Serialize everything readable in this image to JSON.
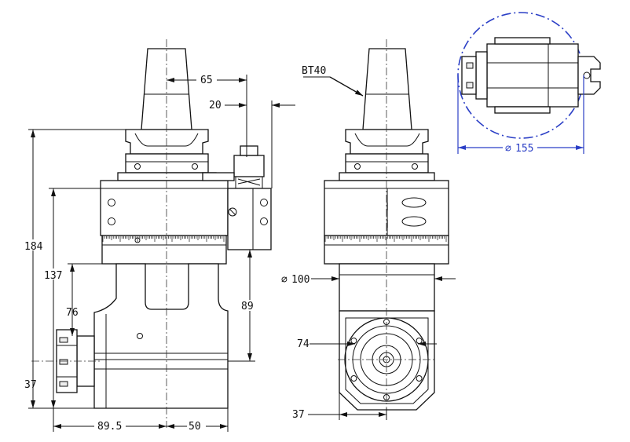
{
  "drawing": {
    "dimensions": {
      "d65": "65",
      "d20": "20",
      "d184": "184",
      "d137": "137",
      "d76": "76",
      "d37_left": "37",
      "d89": "89",
      "d89_5": "89.5",
      "d50": "50",
      "bt40": "BT40",
      "dia100": "100",
      "d74": "74",
      "d37_right": "37",
      "dia155": "155"
    },
    "colors": {
      "line": "#111111",
      "detail_circle": "#2b3fc6"
    }
  }
}
